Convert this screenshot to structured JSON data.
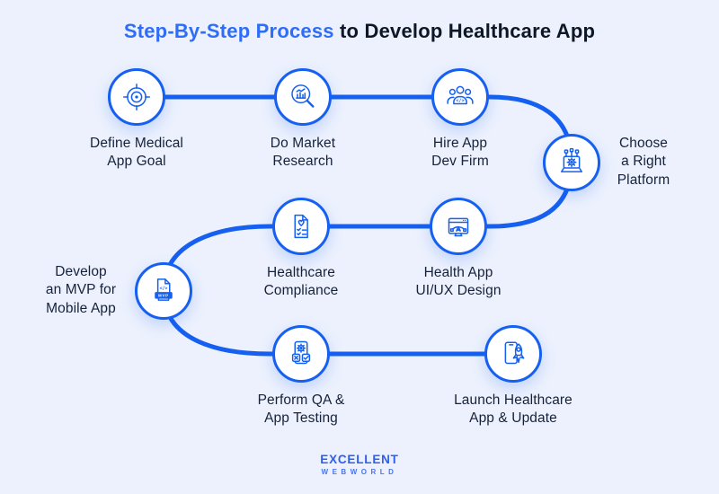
{
  "title": {
    "highlight": "Step-By-Step Process",
    "rest": " to Develop Healthcare App"
  },
  "colors": {
    "background": "#ecf1fd",
    "accent_blue": "#1560f0",
    "title_highlight_blue": "#2e6cfa",
    "title_dark": "#0e1726",
    "label_dark": "#16223a",
    "circle_fill": "#ffffff",
    "logo_blue": "#2d5ff0"
  },
  "steps": [
    {
      "label": "Define Medical\nApp Goal",
      "icon": "target-goal-icon"
    },
    {
      "label": "Do Market\nResearch",
      "icon": "market-research-magnifier-icon"
    },
    {
      "label": "Hire App\nDev Firm",
      "icon": "dev-team-icon"
    },
    {
      "label": "Choose\na Right\nPlatform",
      "icon": "platform-laptop-gear-icon"
    },
    {
      "label": "Health App\nUI/UX Design",
      "icon": "uiux-design-pen-icon"
    },
    {
      "label": "Healthcare\nCompliance",
      "icon": "compliance-checklist-heart-icon"
    },
    {
      "label": "Develop\nan MVP for\nMobile App",
      "icon": "mvp-code-file-icon"
    },
    {
      "label": "Perform QA &\nApp Testing",
      "icon": "qa-testing-phone-icon"
    },
    {
      "label": "Launch Healthcare\nApp & Update",
      "icon": "launch-rocket-phone-icon"
    }
  ],
  "glyphs": {
    "code": "</>",
    "mvp": "MVP"
  },
  "logo": {
    "line1": "EXCELLENT",
    "line2": "WEBWORLD"
  }
}
